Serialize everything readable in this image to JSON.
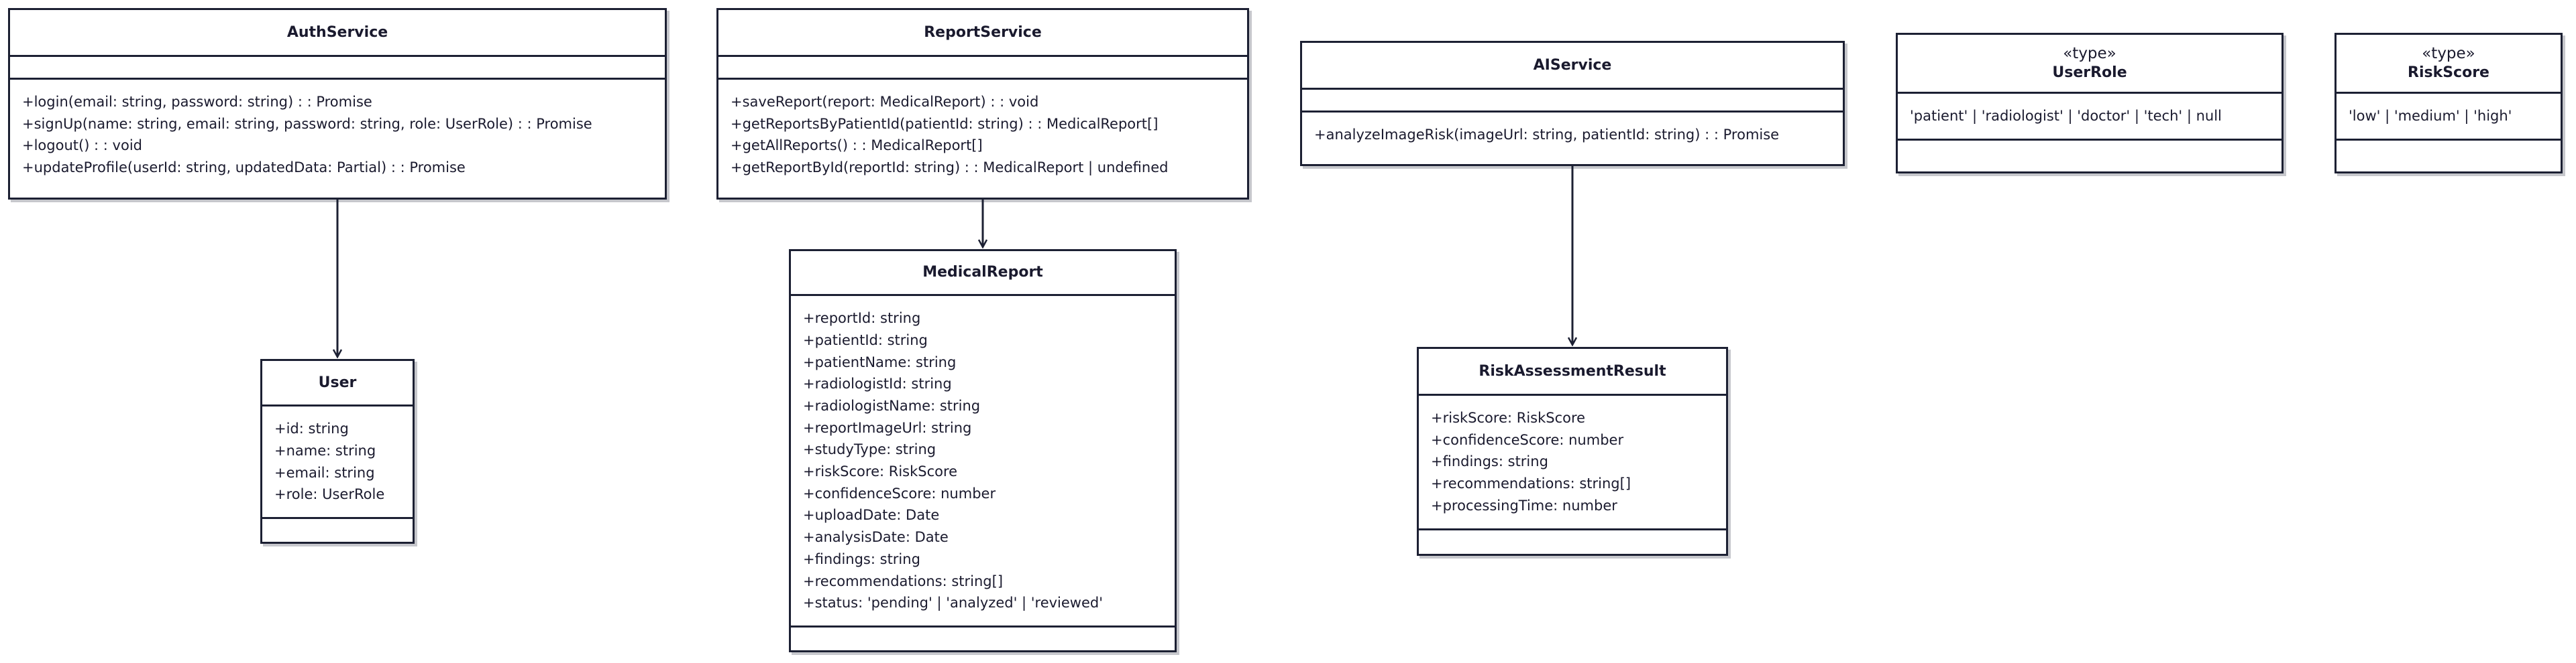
{
  "classes": {
    "AuthService": {
      "name": "AuthService",
      "attributes": [],
      "methods": [
        "+login(email: string, password: string) : : Promise",
        "+signUp(name: string, email: string, password: string, role: UserRole) : : Promise",
        "+logout() : : void",
        "+updateProfile(userId: string, updatedData: Partial) : : Promise"
      ]
    },
    "ReportService": {
      "name": "ReportService",
      "attributes": [],
      "methods": [
        "+saveReport(report: MedicalReport) : : void",
        "+getReportsByPatientId(patientId: string) : : MedicalReport[]",
        "+getAllReports() : : MedicalReport[]",
        "+getReportById(reportId: string) : : MedicalReport | undefined"
      ]
    },
    "AIService": {
      "name": "AIService",
      "attributes": [],
      "methods": [
        "+analyzeImageRisk(imageUrl: string, patientId: string) : : Promise"
      ]
    },
    "UserRole": {
      "stereotype": "«type»",
      "name": "UserRole",
      "attributes": [
        "'patient' | 'radiologist' | 'doctor' | 'tech' | null"
      ],
      "methods": []
    },
    "RiskScore": {
      "stereotype": "«type»",
      "name": "RiskScore",
      "attributes": [
        "'low' | 'medium' | 'high'"
      ],
      "methods": []
    },
    "User": {
      "name": "User",
      "attributes": [
        "+id: string",
        "+name: string",
        "+email: string",
        "+role: UserRole"
      ],
      "methods": []
    },
    "MedicalReport": {
      "name": "MedicalReport",
      "attributes": [
        "+reportId: string",
        "+patientId: string",
        "+patientName: string",
        "+radiologistId: string",
        "+radiologistName: string",
        "+reportImageUrl: string",
        "+studyType: string",
        "+riskScore: RiskScore",
        "+confidenceScore: number",
        "+uploadDate: Date",
        "+analysisDate: Date",
        "+findings: string",
        "+recommendations: string[]",
        "+status: 'pending' | 'analyzed' | 'reviewed'"
      ],
      "methods": []
    },
    "RiskAssessmentResult": {
      "name": "RiskAssessmentResult",
      "attributes": [
        "+riskScore: RiskScore",
        "+confidenceScore: number",
        "+findings: string",
        "+recommendations: string[]",
        "+processingTime: number"
      ],
      "methods": []
    }
  },
  "relations": [
    {
      "from": "AuthService",
      "to": "User",
      "type": "association"
    },
    {
      "from": "ReportService",
      "to": "MedicalReport",
      "type": "association"
    },
    {
      "from": "AIService",
      "to": "RiskAssessmentResult",
      "type": "association"
    }
  ]
}
